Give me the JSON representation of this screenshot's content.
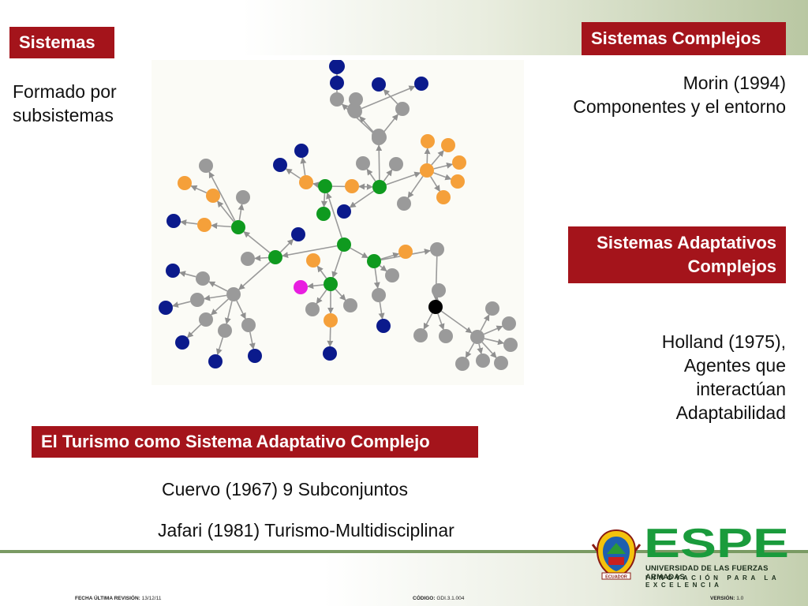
{
  "labels": {
    "sistemas": "Sistemas",
    "complejos": "Sistemas Complejos",
    "adaptativos_line1": "Sistemas Adaptativos",
    "adaptativos_line2": "Complejos",
    "turismo": "El Turismo como Sistema Adaptativo Complejo"
  },
  "text": {
    "formado_line1": "Formado por",
    "formado_line2": "subsistemas",
    "morin_line1": "Morin (1994)",
    "morin_line2": "Componentes y el entorno",
    "holland_line1": "Holland (1975),",
    "holland_line2": "Agentes que",
    "holland_line3": "interactúan",
    "holland_line4": "Adaptabilidad",
    "cuervo": "Cuervo (1967) 9 Subconjuntos",
    "jafari": "Jafari (1981) Turismo-Multidisciplinar"
  },
  "logo": {
    "name": "ESPE",
    "university": "UNIVERSIDAD DE LAS FUERZAS ARMADAS",
    "tagline": "INNOVACIÓN PARA LA EXCELENCIA",
    "crest_label": "ECUADOR"
  },
  "footer": {
    "fecha_label": "FECHA ÚLTIMA REVISIÓN:",
    "fecha_value": "13/12/11",
    "codigo_label": "CÓDIGO:",
    "codigo_value": "GDI.3.1.004",
    "version_label": "VERSIÓN:",
    "version_value": "1.0"
  },
  "colors": {
    "label_bg": "#a4141b",
    "green": "#0f9a1f",
    "gray": "#9a9a9a",
    "orange": "#f5a03a",
    "navy": "#0b1a8c",
    "magenta": "#e81ee0",
    "black": "#000000"
  }
}
